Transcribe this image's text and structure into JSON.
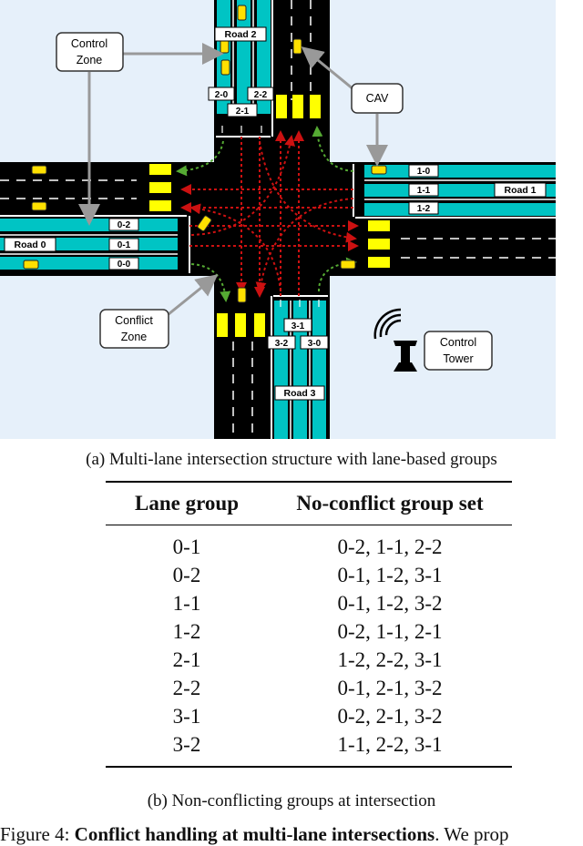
{
  "figure_a": {
    "labels": {
      "control_zone": [
        "Control",
        "Zone"
      ],
      "conflict_zone": [
        "Conflict",
        "Zone"
      ],
      "cav": "CAV",
      "control_tower": [
        "Control",
        "Tower"
      ],
      "road0": "Road 0",
      "road1": "Road 1",
      "road2": "Road 2",
      "road3": "Road 3"
    },
    "lanes": {
      "road0": [
        "0-2",
        "0-1",
        "0-0"
      ],
      "road1": [
        "1-0",
        "1-1",
        "1-2"
      ],
      "road2": [
        "2-0",
        "2-2",
        "2-1"
      ],
      "road3": [
        "3-1",
        "3-2",
        "3-0"
      ]
    },
    "colors": {
      "road": "#000000",
      "lane": "#00c4c4",
      "stop": "#ffff00",
      "background": "#e6f0fa",
      "conflict_arrow": "#cc1111",
      "turn_arrow": "#55aa33",
      "car": "#ffe000"
    }
  },
  "caption_a": "(a) Multi-lane intersection structure with lane-based groups",
  "table": {
    "headers": [
      "Lane group",
      "No-conflict group set"
    ],
    "rows": [
      [
        "0-1",
        "0-2, 1-1, 2-2"
      ],
      [
        "0-2",
        "0-1, 1-2, 3-1"
      ],
      [
        "1-1",
        "0-1, 1-2, 3-2"
      ],
      [
        "1-2",
        "0-2, 1-1, 2-1"
      ],
      [
        "2-1",
        "1-2, 2-2, 3-1"
      ],
      [
        "2-2",
        "0-1, 2-1, 3-2"
      ],
      [
        "3-1",
        "0-2, 2-1, 3-2"
      ],
      [
        "3-2",
        "1-1, 2-2, 3-1"
      ]
    ]
  },
  "caption_b": "(b) Non-conflicting groups at intersection",
  "figure_caption": {
    "prefix": "Figure 4: ",
    "bold": "Conflict handling at multi-lane intersections",
    "rest": ". We prop"
  }
}
